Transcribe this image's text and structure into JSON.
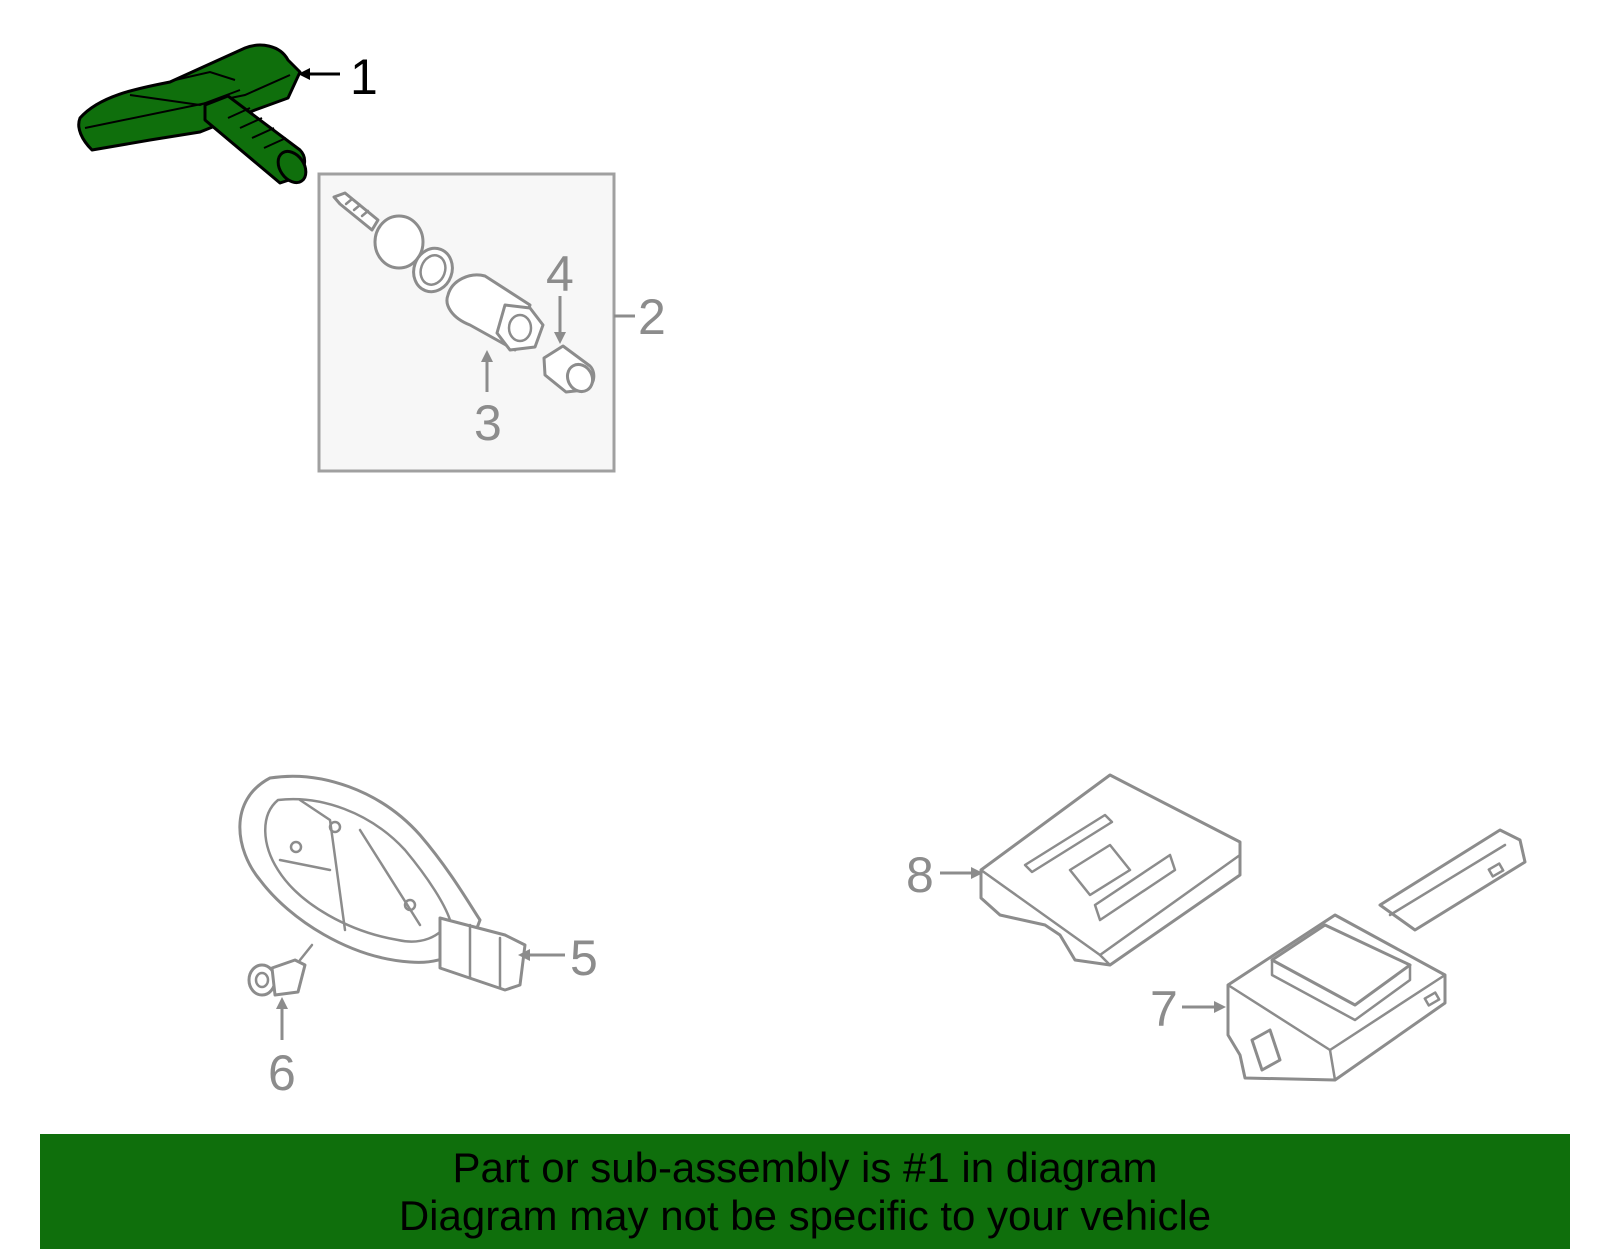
{
  "diagram": {
    "callouts": [
      "1",
      "2",
      "3",
      "4",
      "5",
      "6",
      "7",
      "8"
    ],
    "highlighted_part": "1"
  },
  "banner": {
    "line1": "Part or sub-assembly is #1 in diagram",
    "line2": "Diagram may not be specific to your vehicle"
  },
  "colors": {
    "highlight_green": "#0f6f0c",
    "line_gray": "#8c8c8c",
    "callout_active": "#000000"
  }
}
